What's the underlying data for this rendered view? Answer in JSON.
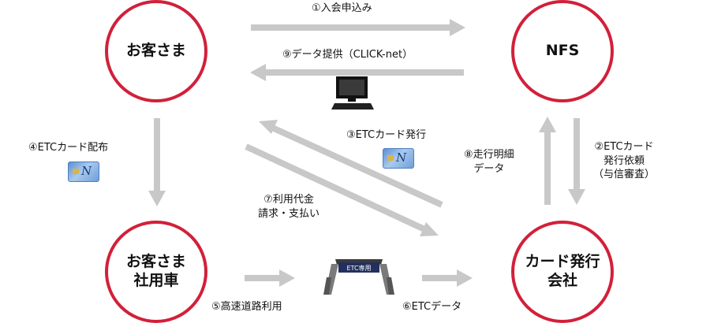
{
  "nodes": {
    "customer": "お客さま",
    "nfs": "NFS",
    "customer_car_line1": "お客さま",
    "customer_car_line2": "社用車",
    "card_company_line1": "カード発行",
    "card_company_line2": "会社"
  },
  "steps": {
    "s1": "①入会申込み",
    "s2_line1": "②ETCカード",
    "s2_line2": "発行依頼",
    "s2_line3": "（与信審査）",
    "s3": "③ETCカード発行",
    "s4": "④ETCカード配布",
    "s5": "⑤高速道路利用",
    "s6": "⑥ETCデータ",
    "s7_line1": "⑦利用代金",
    "s7_line2": "請求・支払い",
    "s8_line1": "⑧走行明細",
    "s8_line2": "データ",
    "s9": "⑨データ提供（CLICK-net）"
  },
  "gate_sign": "ETC専用",
  "colors": {
    "circle_border": "#d2203a",
    "arrow": "#c8c8c8"
  },
  "icons": [
    "computer-icon",
    "etc-card-icon",
    "etc-gate-icon"
  ]
}
